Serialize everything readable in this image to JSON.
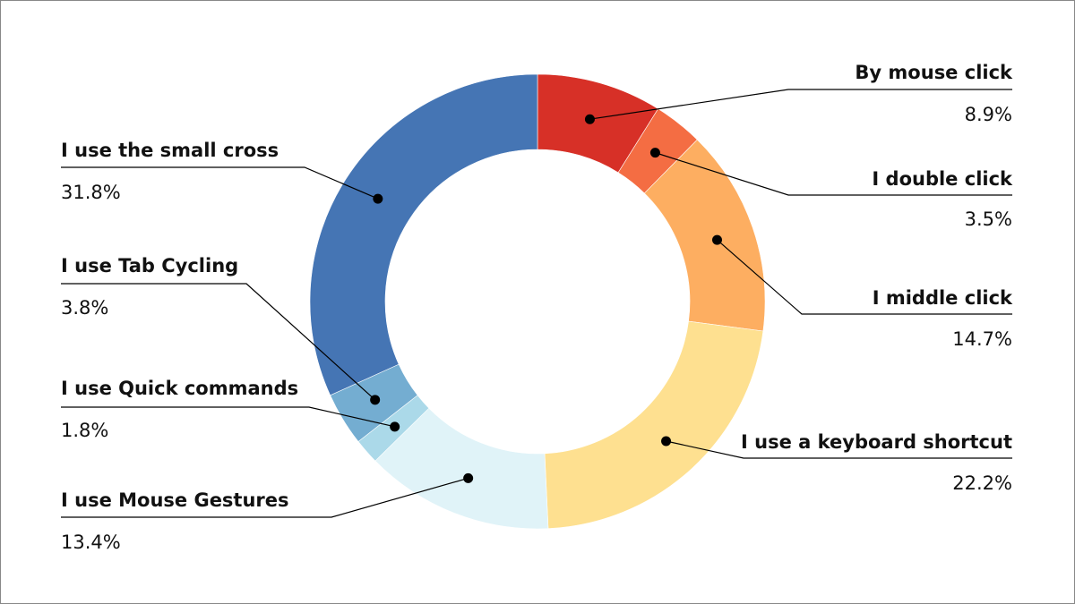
{
  "chart_data": {
    "type": "pie",
    "donut": true,
    "start_angle_deg": 0,
    "direction": "clockwise",
    "series": [
      {
        "name": "By mouse click",
        "value_label": "8.9%",
        "value": 8.9,
        "color": "#d73027"
      },
      {
        "name": "I double click",
        "value_label": "3.5%",
        "value": 3.5,
        "color": "#f46d43"
      },
      {
        "name": "I middle click",
        "value_label": "14.7%",
        "value": 14.7,
        "color": "#fdae61"
      },
      {
        "name": "I use a keyboard shortcut",
        "value_label": "22.2%",
        "value": 22.2,
        "color": "#fee090"
      },
      {
        "name": "I use Mouse Gestures",
        "value_label": "13.4%",
        "value": 13.4,
        "color": "#e0f3f8"
      },
      {
        "name": "I use Quick commands",
        "value_label": "1.8%",
        "value": 1.8,
        "color": "#abd9e9"
      },
      {
        "name": "I use Tab Cycling",
        "value_label": "3.8%",
        "value": 3.8,
        "color": "#74add1"
      },
      {
        "name": "I use the small cross",
        "value_label": "31.8%",
        "value": 31.8,
        "color": "#4575b4"
      }
    ]
  }
}
